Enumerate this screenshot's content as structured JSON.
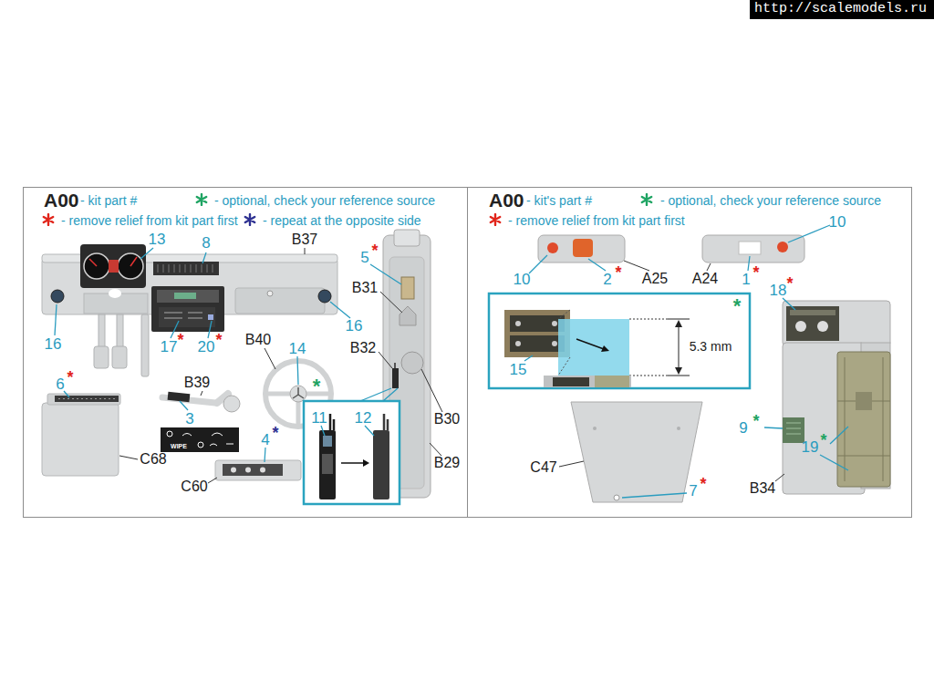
{
  "diagram": {
    "nodes": [
      {
        "text": [
          "http://scalemodels.ru"
        ]
      }
    ],
    "labels": [
      "A00",
      "- kit part #",
      "13",
      "8",
      "B37",
      "5",
      "*",
      "B31",
      "16",
      "16",
      "17",
      "*",
      "20",
      "*",
      "B40",
      "14",
      "B32",
      "6",
      "*",
      "B39",
      "3",
      "*",
      "11",
      "12",
      "B30",
      "WIPE",
      "4",
      "*",
      "C68",
      "B29",
      "C60",
      "A00",
      "- kit's part #",
      "10",
      "1",
      "*",
      "10",
      "2",
      "*",
      "A25",
      "A24",
      "18",
      "*",
      "*",
      "5.3 mm",
      "15",
      "9",
      "*",
      "19",
      "*",
      "C47",
      "7",
      "*",
      "B34"
    ],
    "legend": [
      {
        "text": "- optional, check your reference source",
        "color": "#1fa463"
      },
      {
        "text": "- remove relief from kit part first",
        "color": "#e1251b"
      },
      {
        "text": "- repeat at the opposite side",
        "color": "#2e3192"
      },
      {
        "text": "- optional, check your reference source",
        "color": "#1fa463"
      },
      {
        "text": "- remove relief from kit part first",
        "color": "#e1251b"
      }
    ]
  }
}
